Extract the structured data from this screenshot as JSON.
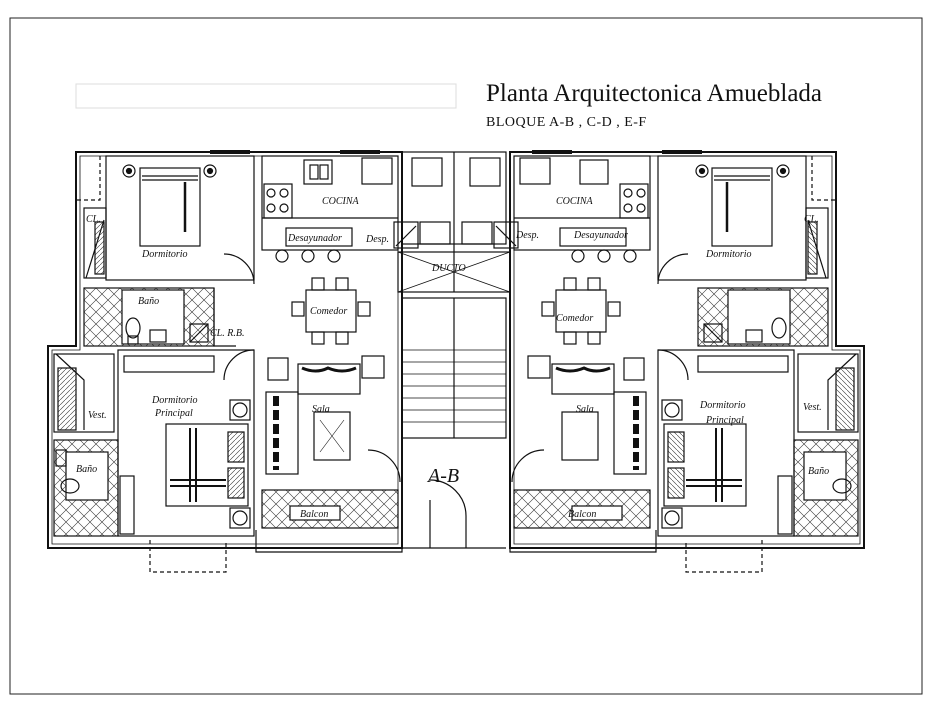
{
  "header": {
    "title": "Planta Arquitectonica Amueblada",
    "subtitle": "BLOQUE    A-B  , C-D , E-F"
  },
  "block_label": "A-B",
  "units": [
    {
      "side": "left",
      "rooms": {
        "dormitorio": "Dormitorio",
        "closet": "CL.",
        "bano_top": "Baño",
        "closet_rb": "CL. R.B.",
        "cocina": "COCINA",
        "desayunador": "Desayunador",
        "despensa": "Desp.",
        "comedor": "Comedor",
        "sala": "Sala",
        "dormitorio_principal_1": "Dormitorio",
        "dormitorio_principal_2": "Principal",
        "vestidor": "Vest.",
        "bano_bottom": "Baño",
        "balcon": "Balcon"
      }
    },
    {
      "side": "right",
      "rooms": {
        "dormitorio": "Dormitorio",
        "closet": "CL.",
        "cocina": "COCINA",
        "desayunador": "Desayunador",
        "despensa": "Desp.",
        "comedor": "Comedor",
        "sala": "Sala",
        "dormitorio_principal_1": "Dormitorio",
        "dormitorio_principal_2": "Principal",
        "vestidor": "Vest.",
        "bano_bottom": "Baño",
        "balcon": "Balcon"
      }
    }
  ],
  "shared": {
    "ducto": "DUCTO"
  },
  "colors": {
    "line": "#111111",
    "background": "#ffffff"
  }
}
